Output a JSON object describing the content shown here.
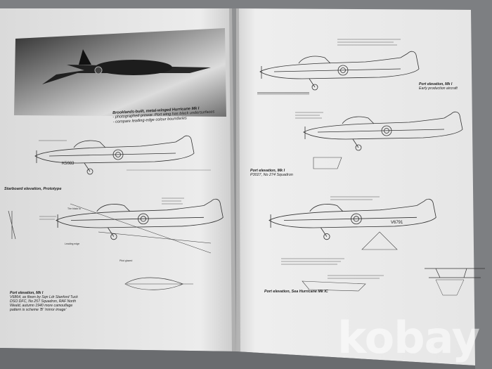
{
  "left_page": {
    "photo_caption": [
      "Brooklands-built, metal-winged Hurricane Mk I",
      "- photographed prewar. Port wing has black undersurfaces",
      "- compare leading-edge colour boundaries"
    ],
    "starboard_title": "Starboard elevation, Prototype",
    "port_title": "Port elevation, Mk I",
    "port_desc": [
      "V6864, as flown by Sqn Ldr Stanford Tuck",
      "DSO DFC, No 257 Squadron, RAF North",
      "Weald, autumn 1940 more camouflage",
      "pattern is scheme 'B' 'mirror image'"
    ],
    "serial_prototype": "K5083"
  },
  "right_page": {
    "top_title": "Port elevation, Mk I",
    "top_sub": "Early production aircraft",
    "mid_title": "Port elevation, Mk I",
    "mid_sub": "P3027, No 274 Squadron",
    "bottom_title": "Port elevation, Sea Hurricane Mk IC",
    "serial_sea": "V6791"
  },
  "watermark": "kobay"
}
